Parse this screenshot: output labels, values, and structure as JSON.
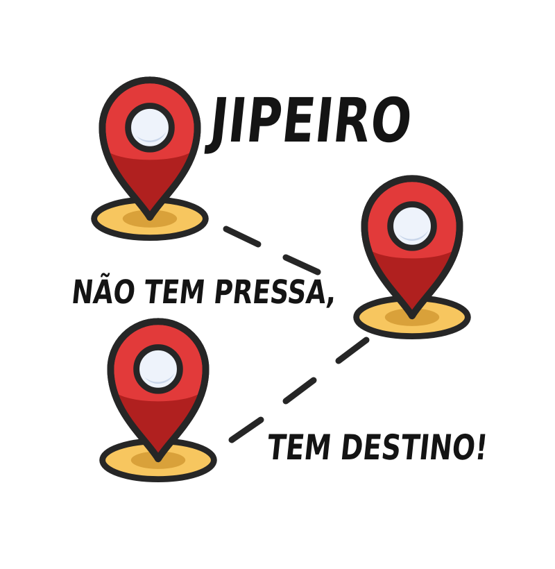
{
  "logo": {
    "title": "JIPEIRO",
    "tagline_line1": "NÃO TEM PRESSA,",
    "tagline_line2": "TEM DESTINO!"
  },
  "icons": {
    "pin": "map-pin-icon",
    "route": "dashed-route-line"
  },
  "colors": {
    "pin_red": "#e23a3a",
    "pin_dark_red": "#b0201f",
    "pin_center": "#eef3fb",
    "pin_center_shade": "#c9d6ea",
    "outline": "#262626",
    "base_yellow": "#f7c65f",
    "base_inner": "#d9a13a",
    "text": "#141414"
  }
}
